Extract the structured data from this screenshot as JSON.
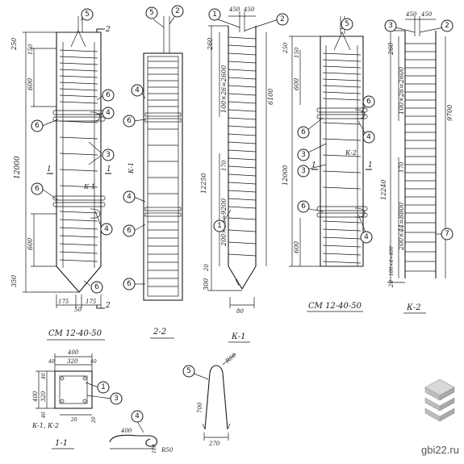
{
  "views": {
    "cm_left": {
      "title": "СМ 12-40-50"
    },
    "section_2_2": {
      "title": "2-2"
    },
    "k1": {
      "title": "К-1"
    },
    "cm_right": {
      "title": "СМ 12-40-50"
    },
    "k2": {
      "title": "К-2"
    },
    "section_1_1": {
      "title": "1-1",
      "subtitle": "К-1, К-2"
    }
  },
  "callouts": [
    "1",
    "2",
    "3",
    "4",
    "5",
    "6",
    "7"
  ],
  "dimensions": {
    "cm_left": [
      "250",
      "150",
      "600",
      "12000",
      "600",
      "350",
      "175",
      "50",
      "175"
    ],
    "k1": [
      "450",
      "450",
      "260",
      "100×26=2600",
      "6100",
      "12250",
      "170",
      "200×46=9200",
      "20",
      "300",
      "80"
    ],
    "cm_right": [
      "250",
      "150",
      "600",
      "12000",
      "600"
    ],
    "k2": [
      "450",
      "450",
      "260",
      "100×26=2600",
      "9700",
      "12240",
      "170",
      "200×44=8800",
      "100×4=400",
      "20"
    ],
    "section_1_1": [
      "400",
      "40",
      "320",
      "40",
      "40",
      "320",
      "400",
      "40",
      "20",
      "20"
    ],
    "detail_4": [
      "400",
      "100",
      "R50"
    ],
    "detail_5": [
      "R50",
      "700",
      "270"
    ]
  },
  "section_marks": {
    "top": "2",
    "bottom": "2",
    "left_1": "1",
    "right_1": "1"
  },
  "side_labels": {
    "k1": "К-1",
    "k2": "К-2"
  },
  "brand": {
    "text": "gbi22.ru"
  }
}
